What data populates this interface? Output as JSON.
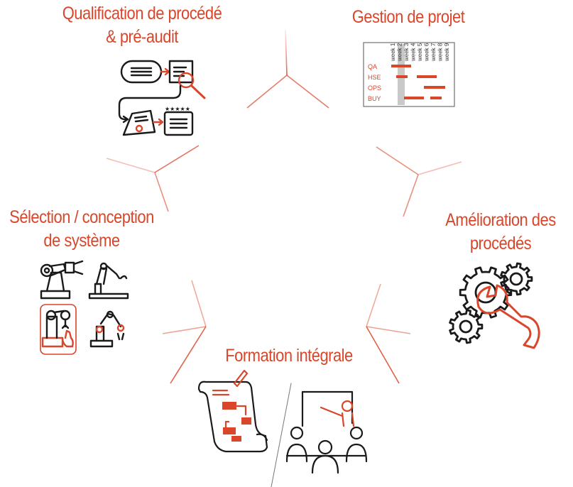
{
  "accent_color": "#d9462a",
  "stroke_color": "#1a1a1a",
  "sections": {
    "qualification": {
      "line1": "Qualification de procédé",
      "line2": "& pré-audit",
      "icon": "process-flow-audit-icon"
    },
    "gestion": {
      "line1": "Gestion de projet",
      "icon": "gantt-chart-icon"
    },
    "amelioration": {
      "line1": "Amélioration des",
      "line2": "procédés",
      "icon": "gears-wrench-icon"
    },
    "formation": {
      "line1": "Formation intégrale",
      "icon": "training-icon"
    },
    "selection": {
      "line1": "Sélection / conception",
      "line2": "de système",
      "icon": "robot-arms-icon"
    }
  },
  "gantt": {
    "weeks": [
      "week 1",
      "week 2",
      "week 3",
      "week 4",
      "week 5",
      "week 6",
      "week 7",
      "week 8",
      "week 9"
    ],
    "rows": [
      "QA",
      "HSE",
      "OPS",
      "BUY"
    ],
    "stars": "★★★★★"
  }
}
